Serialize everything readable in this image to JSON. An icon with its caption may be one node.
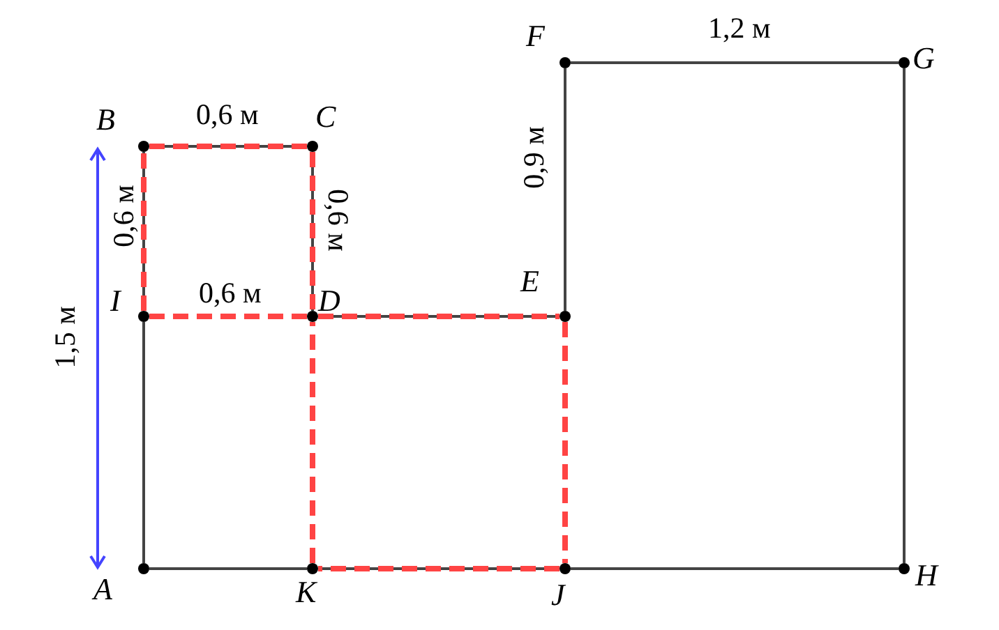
{
  "diagram": {
    "nodes": [
      {
        "text": [
          "F"
        ]
      },
      {
        "text": [
          "G"
        ]
      },
      {
        "text": [
          "B"
        ]
      },
      {
        "text": [
          "C"
        ]
      },
      {
        "text": [
          "I"
        ]
      },
      {
        "text": [
          "D"
        ]
      },
      {
        "text": [
          "E"
        ]
      },
      {
        "text": [
          "A"
        ]
      },
      {
        "text": [
          "K"
        ]
      },
      {
        "text": [
          "J"
        ]
      },
      {
        "text": [
          "H"
        ]
      }
    ],
    "edges": [
      {
        "from": 7,
        "to": 4,
        "arrow": "none"
      },
      {
        "from": 4,
        "to": 2,
        "arrow": "none"
      },
      {
        "from": 2,
        "to": 3,
        "arrow": "none"
      },
      {
        "from": 3,
        "to": 5,
        "arrow": "none"
      },
      {
        "from": 5,
        "to": 6,
        "arrow": "none"
      },
      {
        "from": 6,
        "to": 0,
        "arrow": "none"
      },
      {
        "from": 0,
        "to": 1,
        "arrow": "none"
      },
      {
        "from": 1,
        "to": 10,
        "arrow": "none"
      },
      {
        "from": 10,
        "to": 9,
        "arrow": "none"
      },
      {
        "from": 9,
        "to": 8,
        "arrow": "none"
      },
      {
        "from": 8,
        "to": 7,
        "arrow": "none"
      },
      {
        "from": 2,
        "to": 3,
        "arrow": "none",
        "style": "dashed",
        "color": "#ff4444"
      },
      {
        "from": 3,
        "to": 5,
        "arrow": "none",
        "style": "dashed",
        "color": "#ff4444"
      },
      {
        "from": 5,
        "to": 4,
        "arrow": "none",
        "style": "dashed",
        "color": "#ff4444"
      },
      {
        "from": 4,
        "to": 2,
        "arrow": "none",
        "style": "dashed",
        "color": "#ff4444"
      },
      {
        "from": 5,
        "to": 6,
        "arrow": "none",
        "style": "dashed",
        "color": "#ff4444"
      },
      {
        "from": 6,
        "to": 9,
        "arrow": "none",
        "style": "dashed",
        "color": "#ff4444"
      },
      {
        "from": 9,
        "to": 8,
        "arrow": "none",
        "style": "dashed",
        "color": "#ff4444"
      },
      {
        "from": 8,
        "to": 5,
        "arrow": "none",
        "style": "dashed",
        "color": "#ff4444"
      }
    ],
    "labels": [
      "1,2 м",
      "0,6 м",
      "0,9 м",
      "0,6 м",
      "0,6 м",
      "1,5 м",
      "0,6 м"
    ]
  }
}
